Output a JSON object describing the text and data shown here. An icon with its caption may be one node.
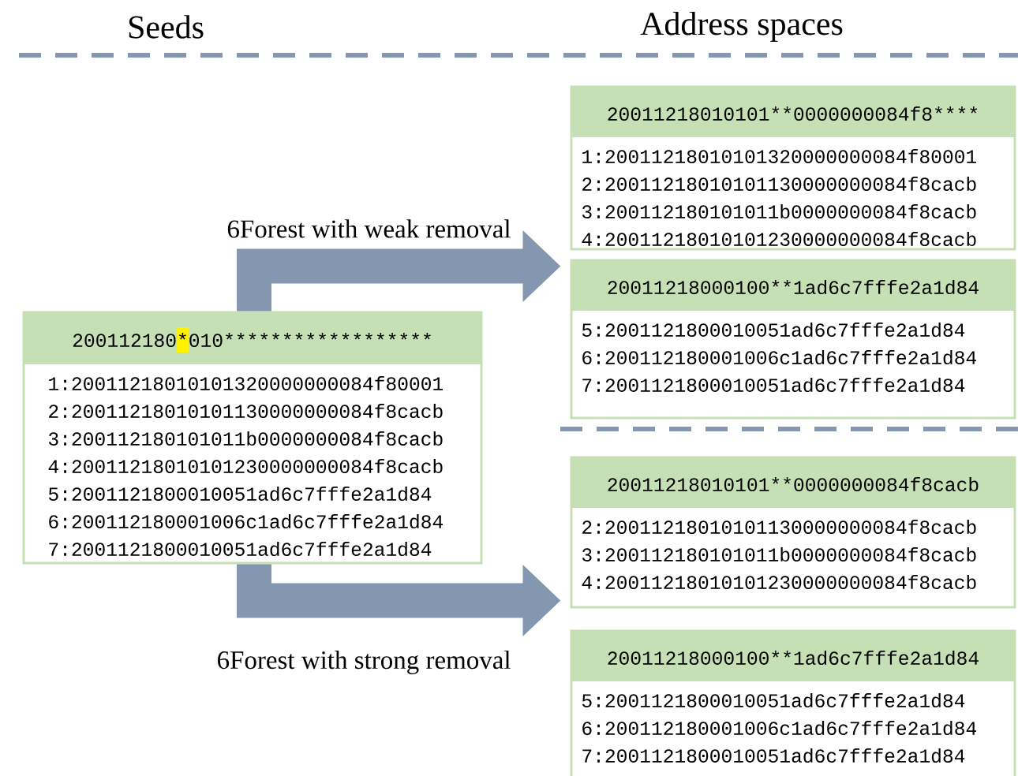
{
  "diagram": {
    "nodes": [
      {
        "text": [
          "200112180*010******************",
          "1:20011218010101320000000084f80001",
          "2:20011218010101130000000084f8cacb",
          "3:200112180101011b0000000084f8cacb",
          "4:20011218010101230000000084f8cacb",
          "5:2001121800010051ad6c7fffe2a1d84",
          "6:200112180001006c1ad6c7fffe2a1d84",
          "7:2001121800010051ad6c7fffe2a1d84"
        ]
      },
      {
        "text": [
          "20011218010101**0000000084f8****",
          "1:20011218010101320000000084f80001",
          "2:20011218010101130000000084f8cacb",
          "3:200112180101011b0000000084f8cacb",
          "4:20011218010101230000000084f8cacb"
        ]
      },
      {
        "text": [
          "20011218000100**1ad6c7fffe2a1d84",
          "5:2001121800010051ad6c7fffe2a1d84",
          "6:200112180001006c1ad6c7fffe2a1d84",
          "7:2001121800010051ad6c7fffe2a1d84"
        ]
      },
      {
        "text": [
          "20011218010101**0000000084f8cacb",
          "2:20011218010101130000000084f8cacb",
          "3:200112180101011b0000000084f8cacb",
          "4:20011218010101230000000084f8cacb"
        ]
      },
      {
        "text": [
          "20011218000100**1ad6c7fffe2a1d84",
          "5:2001121800010051ad6c7fffe2a1d84",
          "6:200112180001006c1ad6c7fffe2a1d84",
          "7:2001121800010051ad6c7fffe2a1d84"
        ]
      }
    ],
    "edges": [
      {
        "from": 0,
        "to": 1,
        "arrow": "to",
        "label": "6Forest with weak removal"
      },
      {
        "from": 0,
        "to": 3,
        "arrow": "to",
        "label": "6Forest with strong removal"
      }
    ],
    "labels": [
      "Seeds",
      "Address spaces"
    ]
  }
}
